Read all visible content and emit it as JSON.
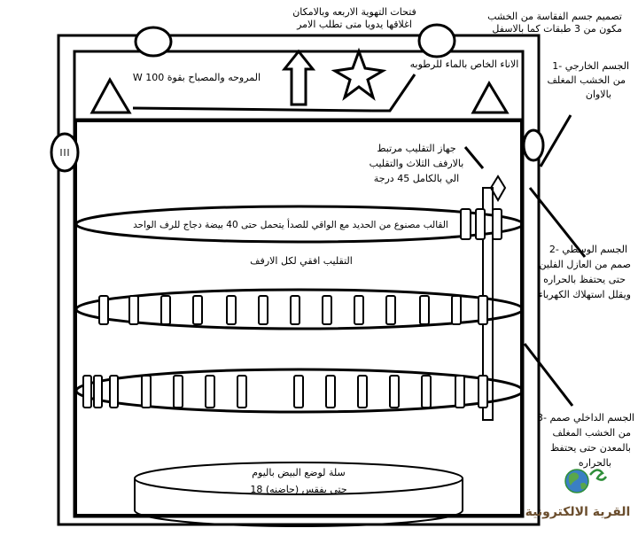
{
  "colors": {
    "stroke": "#000000",
    "background": "#ffffff",
    "brand_text": "#6b4e2e",
    "globe_water": "#3a7fc4",
    "globe_land": "#5aa64a",
    "logo_green": "#2f8f3a"
  },
  "labels": {
    "vents": [
      "فتحات التهوية الاربعه وبالامكان",
      "اغلاقها يدويا متى تطلب الامر"
    ],
    "design": [
      "تصميم جسم الفقاسة من الخشب",
      "مكون من 3 طبقات كما بالاسفل"
    ],
    "fan": "W المروحه والمصباح بقوة 100",
    "water_vessel": "الاناء الخاص بالماء للرطوبه",
    "outer_body": [
      "1- الجسم الخارجي",
      "من الخشب المغلف",
      "بالاوان"
    ],
    "turning_device": [
      "جهاز التقليب مرتبط",
      "بالارفف الثلاث والتقليب",
      "الي بالكامل 45 درجة"
    ],
    "trays": "القالب مصنوع من الحديد مع الواقي للصدأ يتحمل حتى 40 بيضة دجاج للرف الواحد",
    "horizontal_turning": "التقليب افقي لكل الارفف",
    "middle_body": [
      "2- الجسم الوسطي",
      "صمم من العازل الفلين",
      "حتى يحتفظ بالحراره",
      "ويقلل استهلاك الكهرباء"
    ],
    "inner_body": [
      "3- الجسم الداخلي صمم",
      "من الخشب المغلف",
      "بالمعدن حتى يحتفظ",
      "بالحراره"
    ],
    "basket": [
      "سلة لوضع البيض باليوم",
      "18 حتى يفقس (حاضنه)"
    ]
  },
  "brand": {
    "name": "القرية الالكترونية"
  }
}
